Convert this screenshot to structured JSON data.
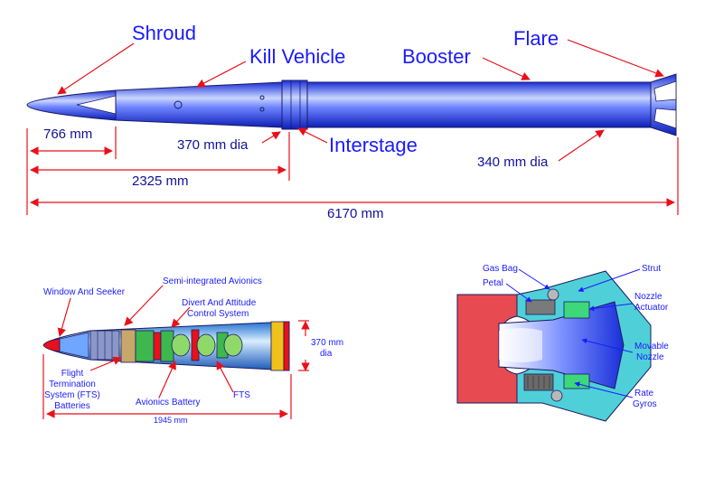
{
  "top": {
    "shroud": "Shroud",
    "kill_vehicle": "Kill Vehicle",
    "booster": "Booster",
    "flare": "Flare",
    "interstage": "Interstage",
    "dia_370": "370 mm dia",
    "dia_340": "340 mm dia",
    "dim_766": "766 mm",
    "dim_2325": "2325 mm",
    "dim_6170": "6170 mm"
  },
  "kv": {
    "window_seeker": "Window And Seeker",
    "semi_avionics": "Semi-integrated Avionics",
    "divert_1": "Divert And Attitude",
    "divert_2": "Control System",
    "flight_1": "Flight",
    "flight_2": "Termination",
    "flight_3": "System (FTS)",
    "flight_4": "Batteries",
    "avionics_battery": "Avionics Battery",
    "fts": "FTS",
    "dia_1": "370 mm",
    "dia_2": "dia",
    "length": "1945 mm"
  },
  "nozzle": {
    "gas_bag": "Gas Bag",
    "petal": "Petal",
    "strut": "Strut",
    "actuator_1": "Nozzle",
    "actuator_2": "Actuator",
    "movable_1": "Movable",
    "movable_2": "Nozzle",
    "rate_1": "Rate",
    "rate_2": "Gyros"
  },
  "colors": {
    "label": "#1a1aff",
    "arrow": "#e8101a",
    "body": "#3d57f0",
    "kv_body": "#4aa8e8"
  }
}
